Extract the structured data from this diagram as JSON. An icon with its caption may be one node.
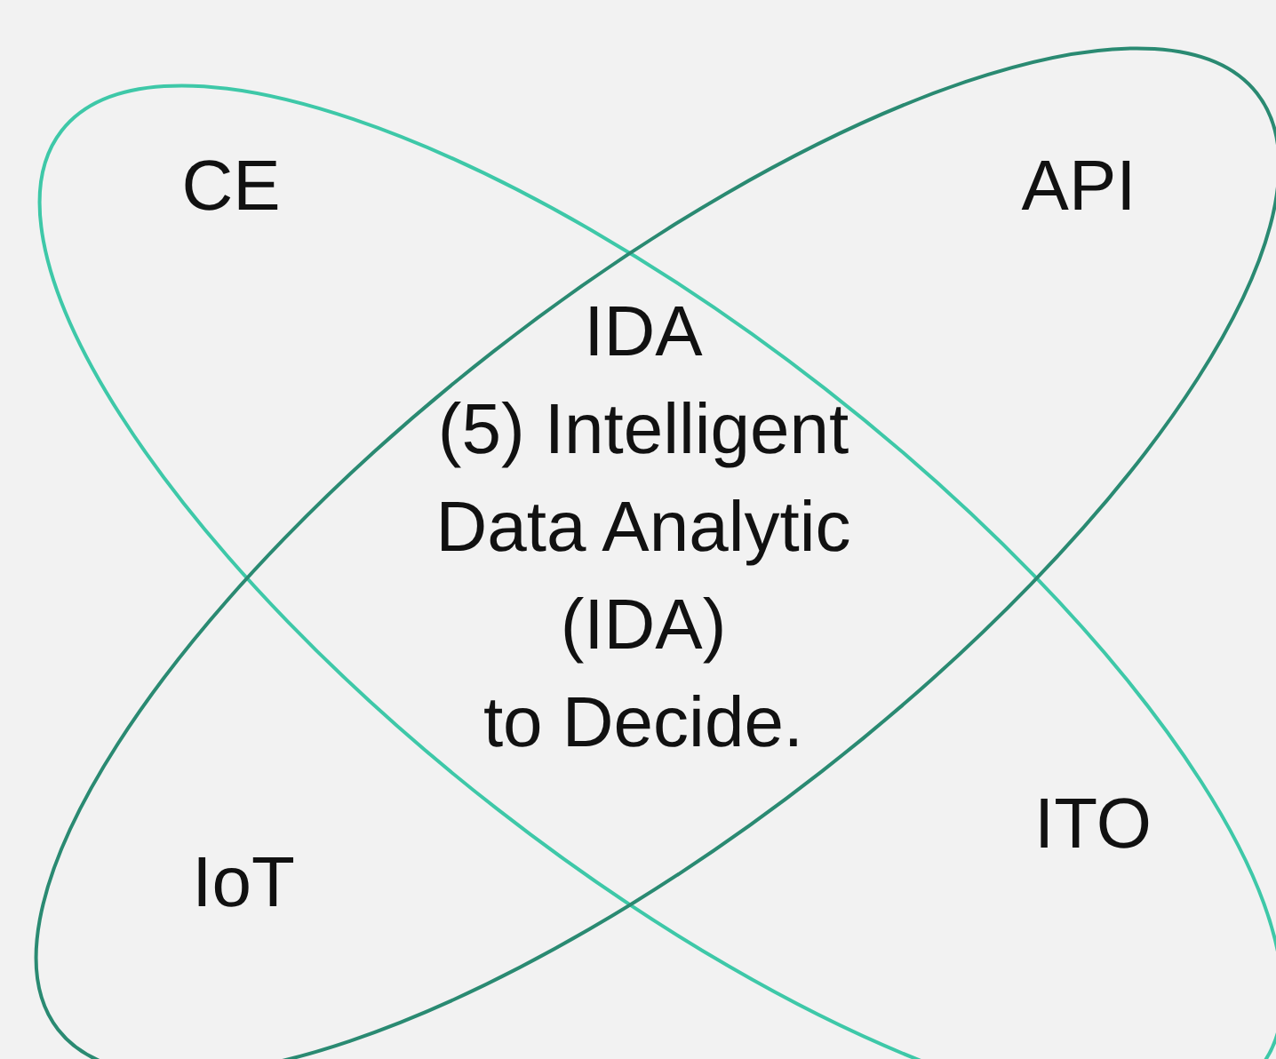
{
  "diagram": {
    "nodes": [
      {
        "text": [],
        "shape": "ellipse"
      },
      {
        "text": [],
        "shape": "ellipse"
      }
    ],
    "labels": [
      "CE",
      "API",
      "IDA",
      "(5) Intelligent Data Analytic (IDA) to Decide.",
      "ITO",
      "IoT"
    ]
  }
}
